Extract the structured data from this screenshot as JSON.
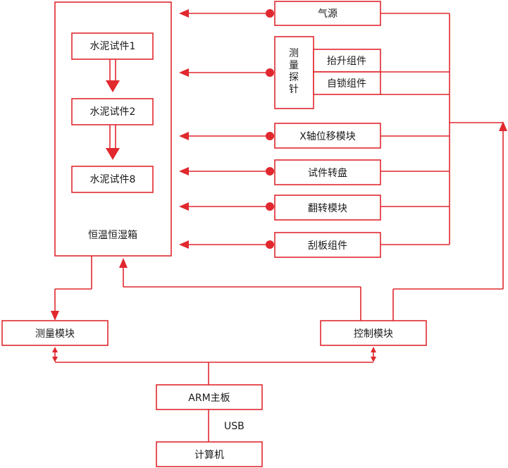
{
  "colors": {
    "line": "#e0282e",
    "text": "#1a1a1a",
    "background": "#ffffff"
  },
  "chamber": {
    "label": "恒温恒湿箱",
    "samples": [
      "水泥试件1",
      "水泥试件2",
      "水泥试件8"
    ]
  },
  "modules": {
    "air_source": "气源",
    "probe": "测量探针",
    "lift": "抬升组件",
    "lock": "自锁组件",
    "x_axis": "X轴位移模块",
    "turntable": "试件转盘",
    "flip": "翻转模块",
    "scraper": "刮板组件"
  },
  "measure_module": "测量模块",
  "control_module": "控制模块",
  "arm_board": "ARM主板",
  "usb_label": "USB",
  "computer": "计算机",
  "icons": {
    "connection_dot": "filled-circle",
    "arrow": "filled-triangle"
  }
}
